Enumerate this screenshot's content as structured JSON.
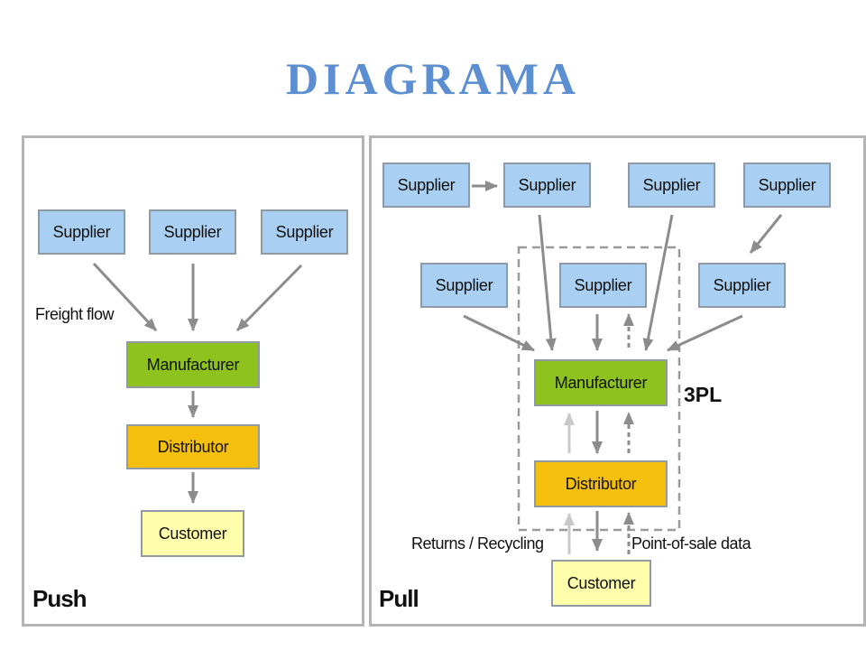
{
  "title": "DIAGRAMA",
  "push": {
    "label": "Push",
    "freight_label": "Freight flow",
    "suppliers": [
      "Supplier",
      "Supplier",
      "Supplier"
    ],
    "manufacturer": "Manufacturer",
    "distributor": "Distributor",
    "customer": "Customer"
  },
  "pull": {
    "label": "Pull",
    "tpl_label": "3PL",
    "suppliers_top": [
      "Supplier",
      "Supplier",
      "Supplier",
      "Supplier"
    ],
    "suppliers_middle": [
      "Supplier",
      "Supplier",
      "Supplier"
    ],
    "manufacturer": "Manufacturer",
    "distributor": "Distributor",
    "customer": "Customer",
    "returns_label": "Returns / Recycling",
    "pos_label": "Point-of-sale data"
  },
  "colors": {
    "title": "#5b8fd1",
    "supplier": "#a9d0f2",
    "manufacturer": "#8dc21f",
    "distributor": "#f5bf0e",
    "customer": "#fefeab",
    "arrow": "#8c8c8c",
    "return_arrow": "#c8c8c8",
    "panel_border": "#b4b4b4"
  }
}
